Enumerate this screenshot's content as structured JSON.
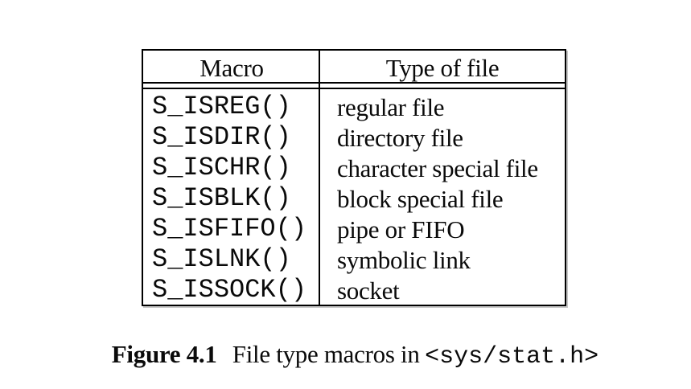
{
  "table": {
    "headers": {
      "macro": "Macro",
      "type": "Type of file"
    },
    "rows": [
      {
        "macro": "S_ISREG()",
        "type": "regular file"
      },
      {
        "macro": "S_ISDIR()",
        "type": "directory file"
      },
      {
        "macro": "S_ISCHR()",
        "type": "character special file"
      },
      {
        "macro": "S_ISBLK()",
        "type": "block special file"
      },
      {
        "macro": "S_ISFIFO()",
        "type": "pipe or FIFO"
      },
      {
        "macro": "S_ISLNK()",
        "type": "symbolic link"
      },
      {
        "macro": "S_ISSOCK()",
        "type": "socket"
      }
    ]
  },
  "caption": {
    "label": "Figure 4.1",
    "text": "File type macros in",
    "code": "<sys/stat.h>"
  },
  "colors": {
    "background": "#ffffff",
    "text": "#0a0a0a",
    "border": "#000000"
  }
}
